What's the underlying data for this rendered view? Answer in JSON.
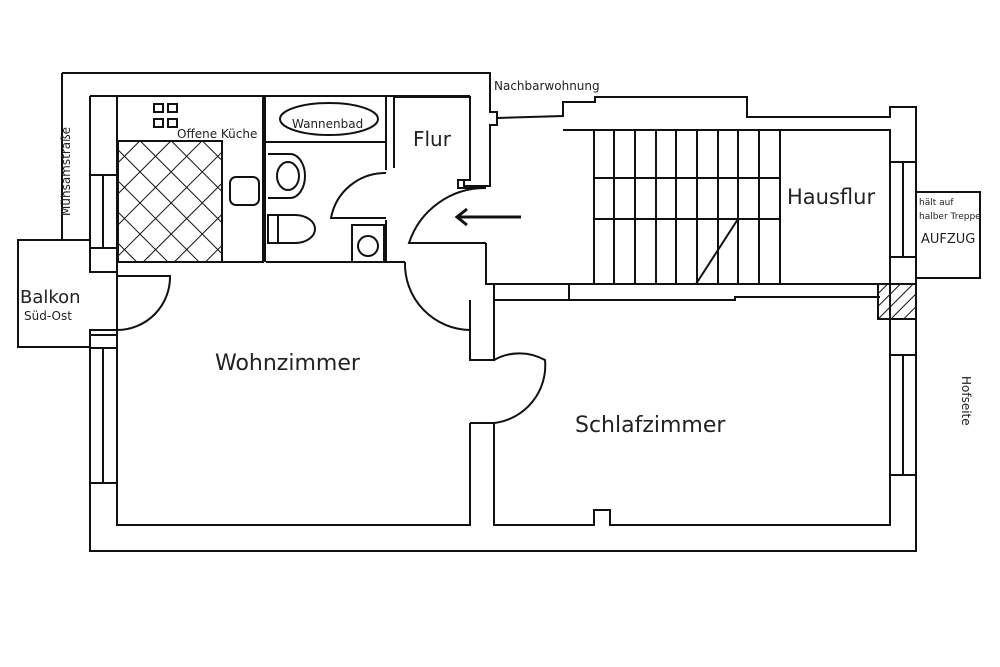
{
  "plan": {
    "rooms": {
      "kitchen": "Offene Küche",
      "bath": "Wannenbad",
      "hall": "Flur",
      "stairwell": "Hausflur",
      "living": "Wohnzimmer",
      "bedroom": "Schlafzimmer",
      "balcony": "Balkon",
      "balcony_orientation": "Süd-Ost"
    },
    "neighbors": {
      "neighbor_apartment": "Nachbarwohnung",
      "street": "Mühsamstraße",
      "courtyard": "Hofseite"
    },
    "elevator": {
      "note_line1": "hält auf",
      "note_line2": "halber Treppe",
      "label": "AUFZUG"
    }
  }
}
